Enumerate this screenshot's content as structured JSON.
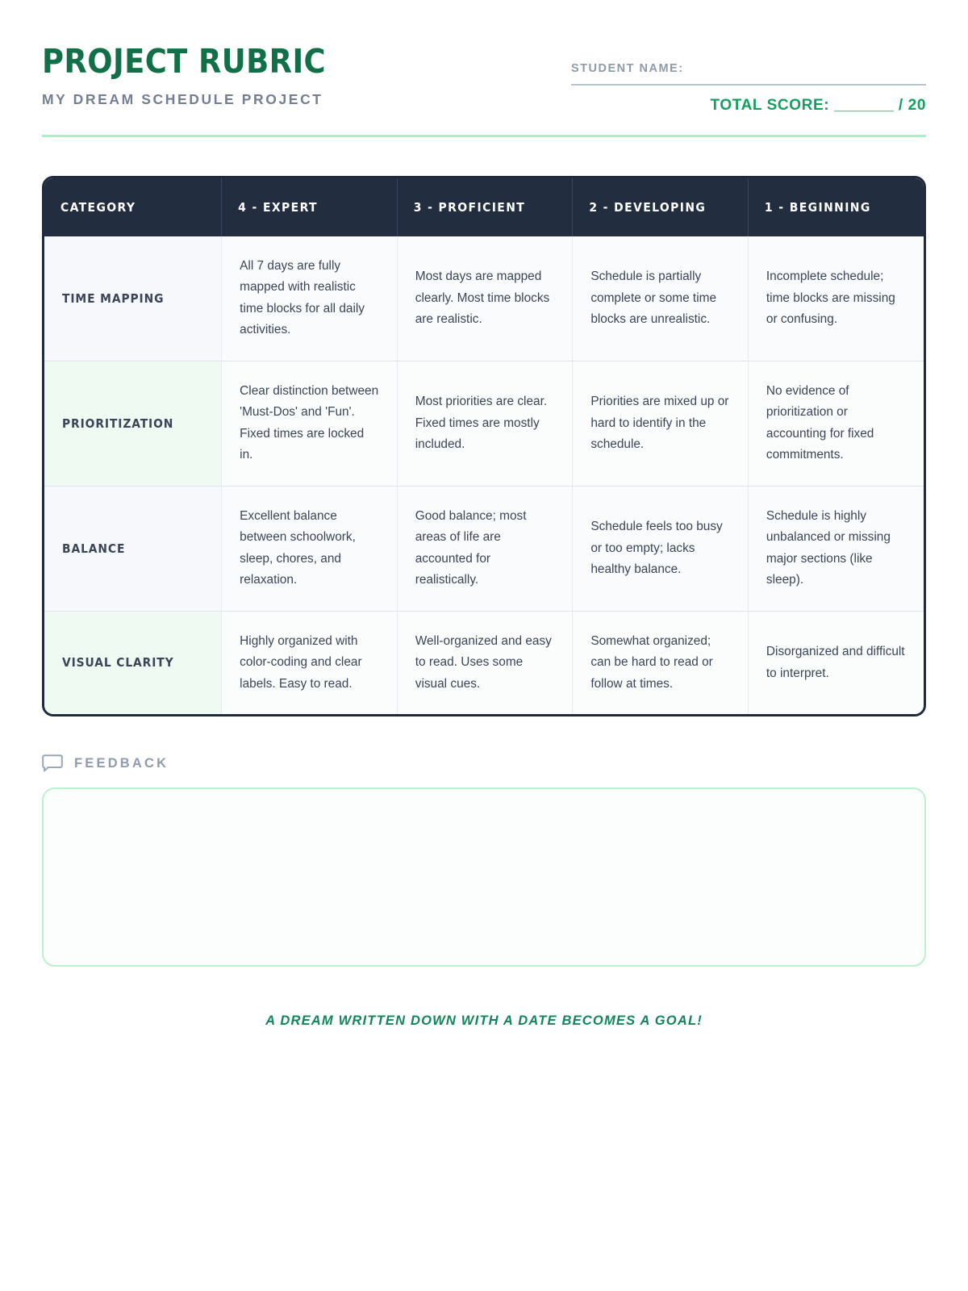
{
  "header": {
    "title": "PROJECT RUBRIC",
    "subtitle": "MY DREAM SCHEDULE PROJECT",
    "student_name_label": "STUDENT NAME:",
    "student_name_value": "",
    "total_score_label": "TOTAL SCORE:",
    "total_score_blank": "_______",
    "total_score_max": "/ 20"
  },
  "table": {
    "columns": [
      "CATEGORY",
      "4 - EXPERT",
      "3 - PROFICIENT",
      "2 - DEVELOPING",
      "1 - BEGINNING"
    ],
    "rows": [
      {
        "category": "TIME MAPPING",
        "expert": "All 7 days are fully mapped with realistic time blocks for all daily activities.",
        "proficient": "Most days are mapped clearly. Most time blocks are realistic.",
        "developing": "Schedule is partially complete or some time blocks are unrealistic.",
        "beginning": "Incomplete schedule; time blocks are missing or confusing."
      },
      {
        "category": "PRIORITIZATION",
        "expert": "Clear distinction between 'Must-Dos' and 'Fun'. Fixed times are locked in.",
        "proficient": "Most priorities are clear. Fixed times are mostly included.",
        "developing": "Priorities are mixed up or hard to identify in the schedule.",
        "beginning": "No evidence of prioritization or accounting for fixed commitments."
      },
      {
        "category": "BALANCE",
        "expert": "Excellent balance between schoolwork, sleep, chores, and relaxation.",
        "proficient": "Good balance; most areas of life are accounted for realistically.",
        "developing": "Schedule feels too busy or too empty; lacks healthy balance.",
        "beginning": "Schedule is highly unbalanced or missing major sections (like sleep)."
      },
      {
        "category": "VISUAL CLARITY",
        "expert": "Highly organized with color-coding and clear labels. Easy to read.",
        "proficient": "Well-organized and easy to read. Uses some visual cues.",
        "developing": "Somewhat organized; can be hard to read or follow at times.",
        "beginning": "Disorganized and difficult to interpret."
      }
    ]
  },
  "feedback": {
    "label": "FEEDBACK",
    "icon": "comment-bubble-icon",
    "value": ""
  },
  "footer": {
    "tagline": "A DREAM WRITTEN DOWN WITH A DATE BECOMES A GOAL!"
  },
  "colors": {
    "brand_green": "#127049",
    "accent_green": "#12a05f",
    "mint_rule": "#a8f0c6",
    "header_navy": "#222d40",
    "muted_slate": "#8f9aa9"
  }
}
